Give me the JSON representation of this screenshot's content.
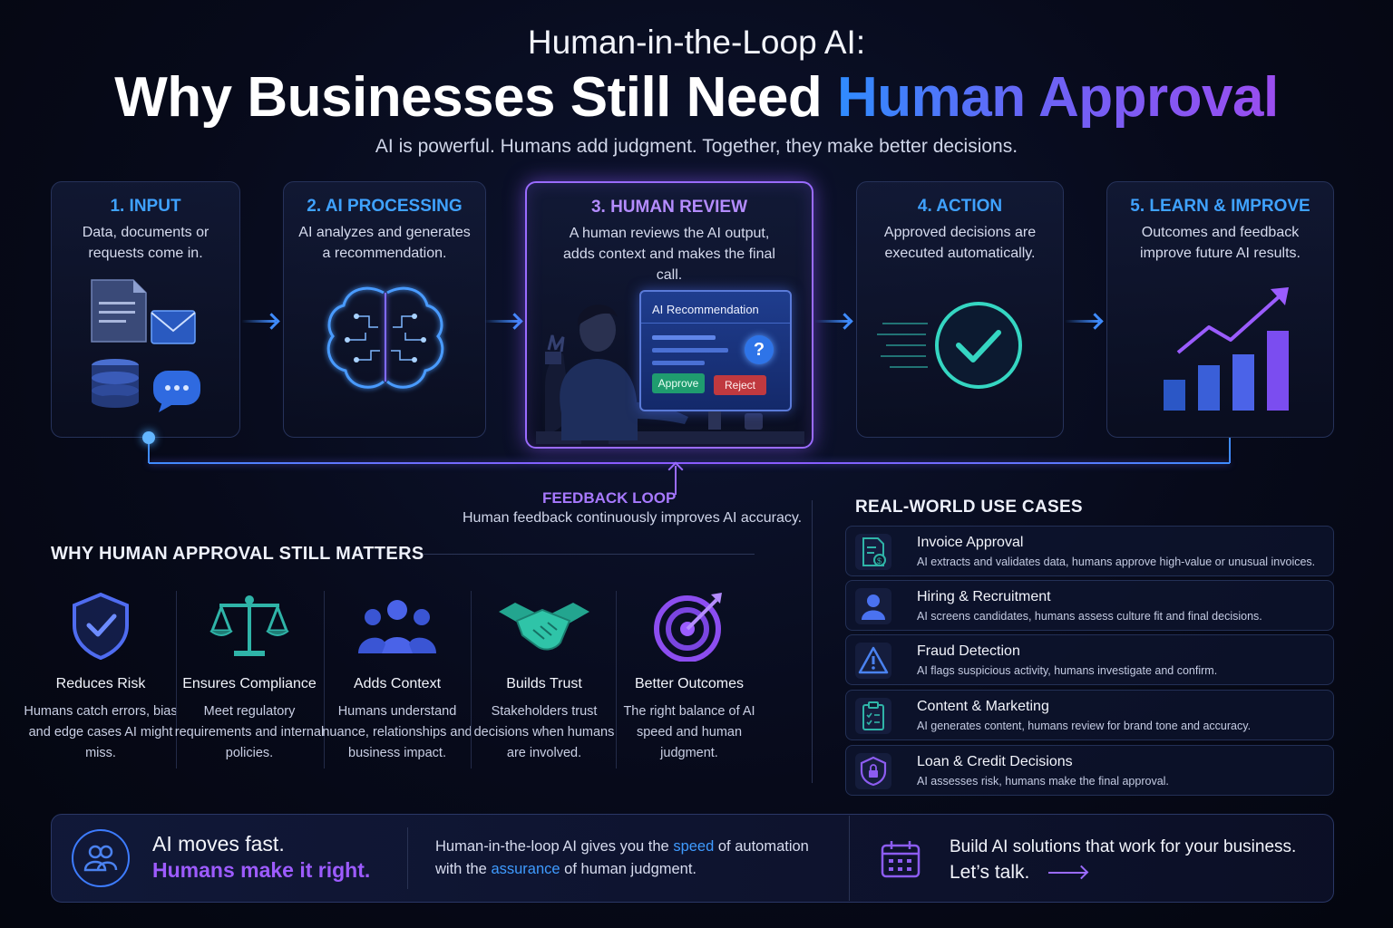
{
  "header": {
    "subtitle": "Human-in-the-Loop AI:",
    "title_plain": "Why Businesses Still Need ",
    "title_highlight": "Human Approval",
    "tagline": "AI is powerful. Humans add judgment. Together, they make better decisions."
  },
  "steps": [
    {
      "title": "1. INPUT",
      "desc": "Data, documents or requests come in."
    },
    {
      "title": "2. AI PROCESSING",
      "desc": "AI analyzes and generates a recommendation."
    },
    {
      "title": "3. HUMAN REVIEW",
      "desc": "A human reviews the AI output, adds context and makes the final call."
    },
    {
      "title": "4. ACTION",
      "desc": "Approved decisions are executed automatically."
    },
    {
      "title": "5. LEARN & IMPROVE",
      "desc": "Outcomes and feedback improve future AI results."
    }
  ],
  "review_screen": {
    "label": "AI Recommendation",
    "approve": "Approve",
    "reject": "Reject"
  },
  "feedback": {
    "title": "FEEDBACK LOOP",
    "desc": "Human feedback continuously improves AI accuracy."
  },
  "why": {
    "title": "WHY HUMAN APPROVAL STILL MATTERS",
    "items": [
      {
        "icon": "shield-check-icon",
        "title": "Reduces Risk",
        "desc": "Humans catch errors, bias and edge cases AI might miss."
      },
      {
        "icon": "scales-icon",
        "title": "Ensures Compliance",
        "desc": "Meet regulatory requirements and internal policies."
      },
      {
        "icon": "people-group-icon",
        "title": "Adds Context",
        "desc": "Humans understand nuance, relationships and business impact."
      },
      {
        "icon": "handshake-icon",
        "title": "Builds Trust",
        "desc": "Stakeholders trust decisions when humans are involved."
      },
      {
        "icon": "target-icon",
        "title": "Better Outcomes",
        "desc": "The right balance of AI speed and human judgment."
      }
    ]
  },
  "use_cases": {
    "title": "REAL-WORLD USE CASES",
    "items": [
      {
        "icon": "invoice-icon",
        "name": "Invoice Approval",
        "desc": "AI extracts and validates data, humans approve high-value or unusual invoices."
      },
      {
        "icon": "person-icon",
        "name": "Hiring & Recruitment",
        "desc": "AI screens candidates, humans assess culture fit and final decisions."
      },
      {
        "icon": "warning-icon",
        "name": "Fraud Detection",
        "desc": "AI flags suspicious activity, humans investigate and confirm."
      },
      {
        "icon": "clipboard-icon",
        "name": "Content & Marketing",
        "desc": "AI generates content, humans review for brand tone and accuracy."
      },
      {
        "icon": "lock-shield-icon",
        "name": "Loan & Credit Decisions",
        "desc": "AI assesses risk, humans make the final approval."
      }
    ]
  },
  "banner": {
    "left_line1": "AI moves fast.",
    "left_line2": "Humans make it right.",
    "mid_pre": "Human-in-the-loop AI gives you the ",
    "mid_kw1": "speed",
    "mid_post1": " of automation",
    "mid_pre2": "with the ",
    "mid_kw2": "assurance",
    "mid_post2": " of human judgment.",
    "right_line1": "Build AI solutions that work for your business.",
    "right_line2": "Let’s talk."
  },
  "colors": {
    "accent_blue": "#3fa2ff",
    "accent_purple": "#9a6bff",
    "background": "#070a1a"
  }
}
